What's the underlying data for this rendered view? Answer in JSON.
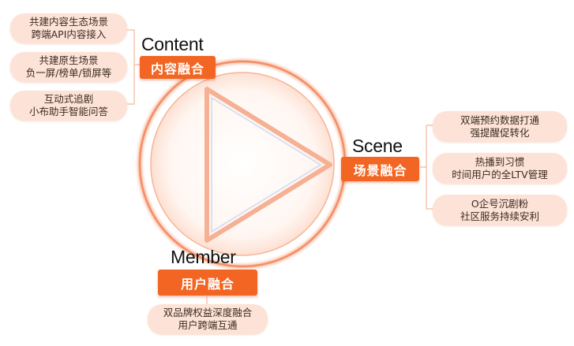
{
  "content": {
    "title": "Content",
    "tag": "内容融合",
    "items": [
      {
        "line1": "共建内容生态场景",
        "line2": "跨端API内容接入"
      },
      {
        "line1": "共建原生场景",
        "line2": "负一屏/榜单/锁屏等"
      },
      {
        "line1": "互动式追剧",
        "line2": "小布助手智能问答"
      }
    ]
  },
  "scene": {
    "title": "Scene",
    "tag": "场景融合",
    "items": [
      {
        "line1": "双端预约数据打通",
        "line2": "强提醒促转化"
      },
      {
        "line1": "热播到习惯",
        "line2": "时间用户的全LTV管理"
      },
      {
        "line1": "O企号沉剧粉",
        "line2": "社区服务持续安利"
      }
    ]
  },
  "member": {
    "title": "Member",
    "tag": "用户融合",
    "items": [
      {
        "line1": "双品牌权益深度融合",
        "line2": "用户跨端互通"
      }
    ]
  },
  "colors": {
    "accent": "#f26522",
    "pill": "#fde3d7",
    "ring": "#f7a98a"
  }
}
